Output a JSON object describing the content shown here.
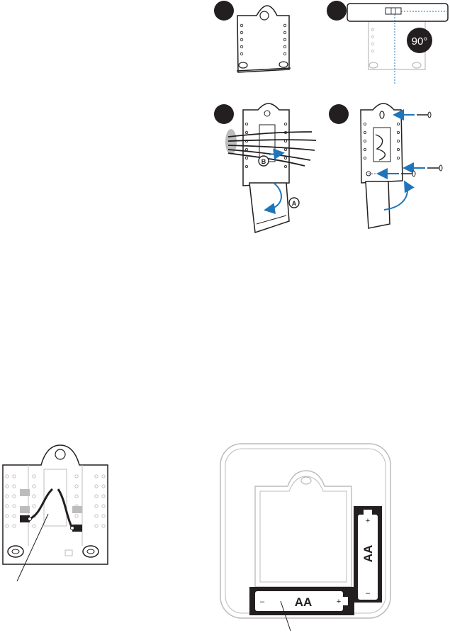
{
  "steps": [
    {
      "id": "step-1",
      "number": ""
    },
    {
      "id": "step-2",
      "number": ""
    },
    {
      "id": "step-3",
      "number": ""
    },
    {
      "id": "step-4",
      "number": ""
    }
  ],
  "labels": {
    "angle": "90°",
    "callout_a": "A",
    "callout_b": "B",
    "battery_horizontal": "AA",
    "battery_vertical": "AA",
    "battery_plus": "+",
    "battery_minus": "–"
  },
  "colors": {
    "line": "#231f20",
    "accent_blue": "#1f75b8",
    "gray_fill": "#bcbcbc",
    "dark_badge": "#231f20"
  }
}
